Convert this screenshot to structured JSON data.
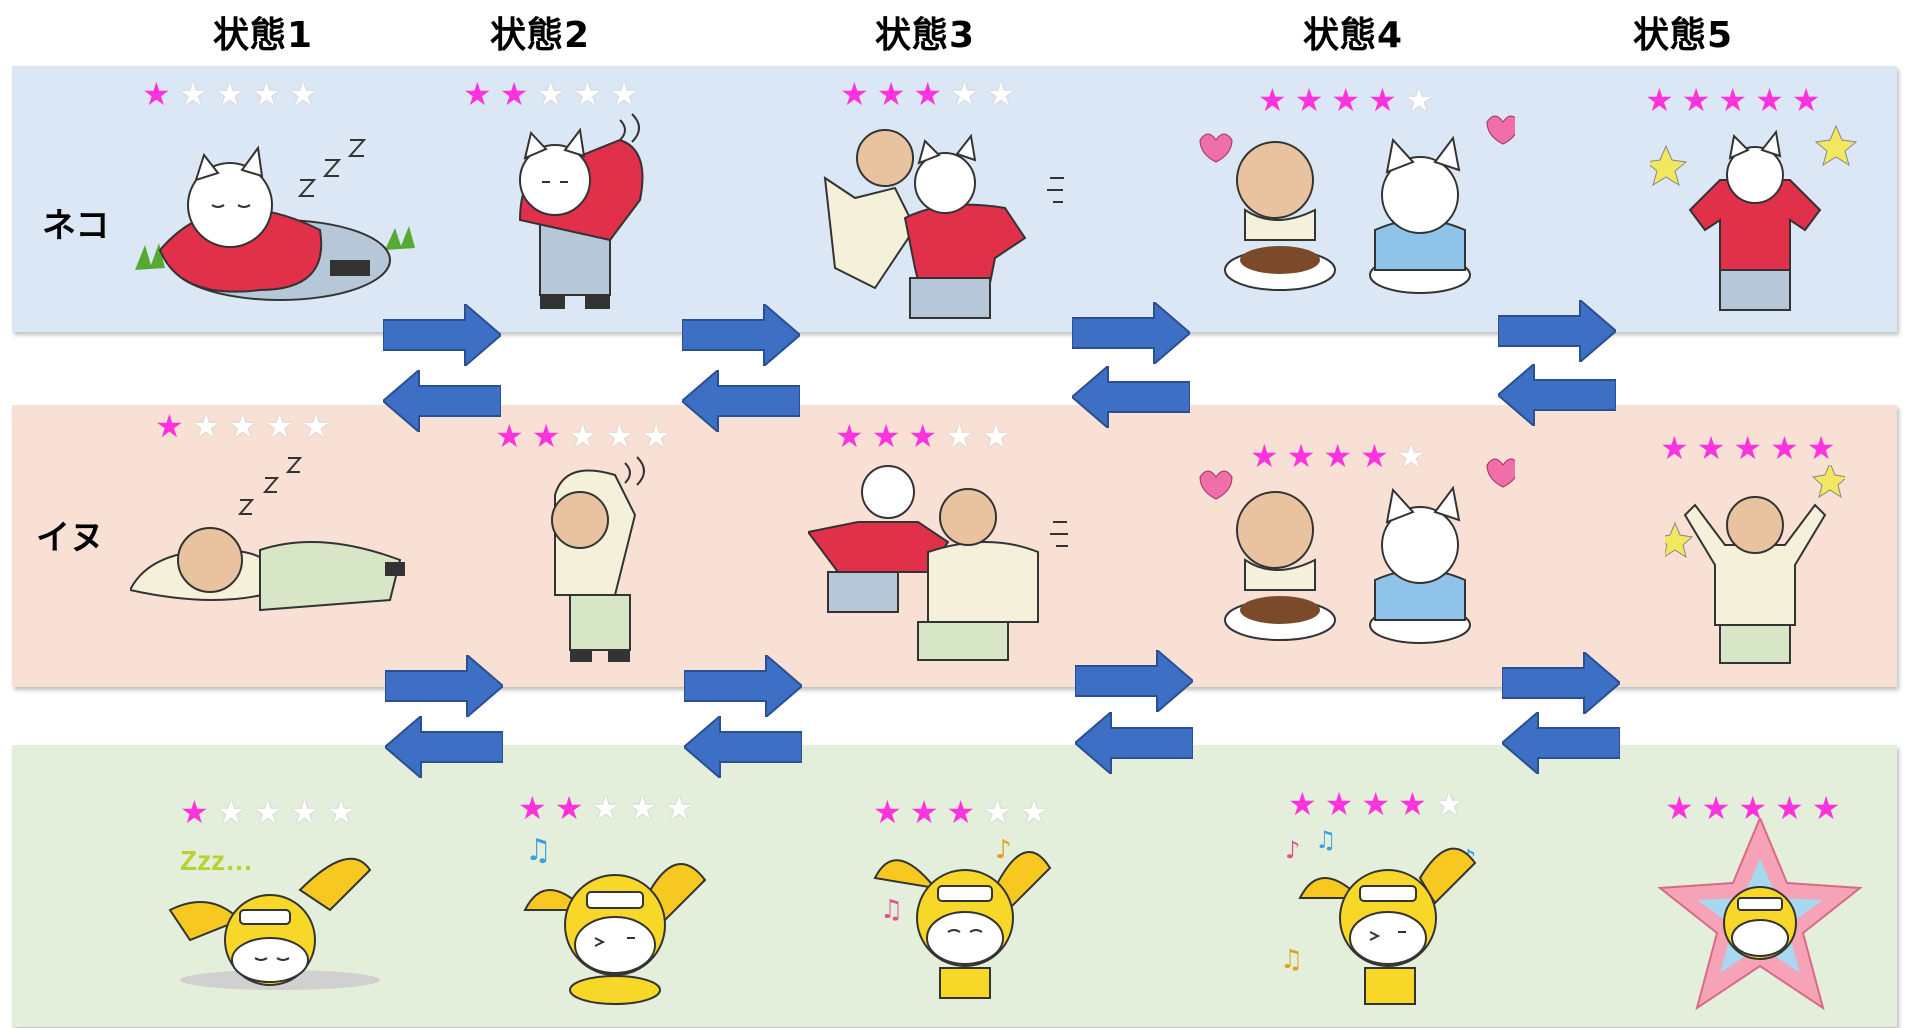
{
  "states": [
    "状態1",
    "状態2",
    "状態3",
    "状態4",
    "状態5"
  ],
  "rows": [
    {
      "label": "ネコ",
      "ratings": [
        1,
        2,
        3,
        4,
        5
      ]
    },
    {
      "label": "イヌ",
      "ratings": [
        1,
        2,
        3,
        4,
        5
      ]
    },
    {
      "label": "",
      "ratings": [
        1,
        2,
        3,
        4,
        5
      ]
    }
  ],
  "colors": {
    "star_on": "#ff33dd",
    "arrow": "#3d6fc4",
    "band_cat": "#dbe7f4",
    "band_dog": "#f9e0d4",
    "band_rabbit": "#e3eedb"
  },
  "icons": [
    "cat-character-icon",
    "dog-character-icon",
    "rabbit-character-icon",
    "right-arrow-icon",
    "left-arrow-icon",
    "heart-icon",
    "star-icon",
    "music-note-icon"
  ]
}
